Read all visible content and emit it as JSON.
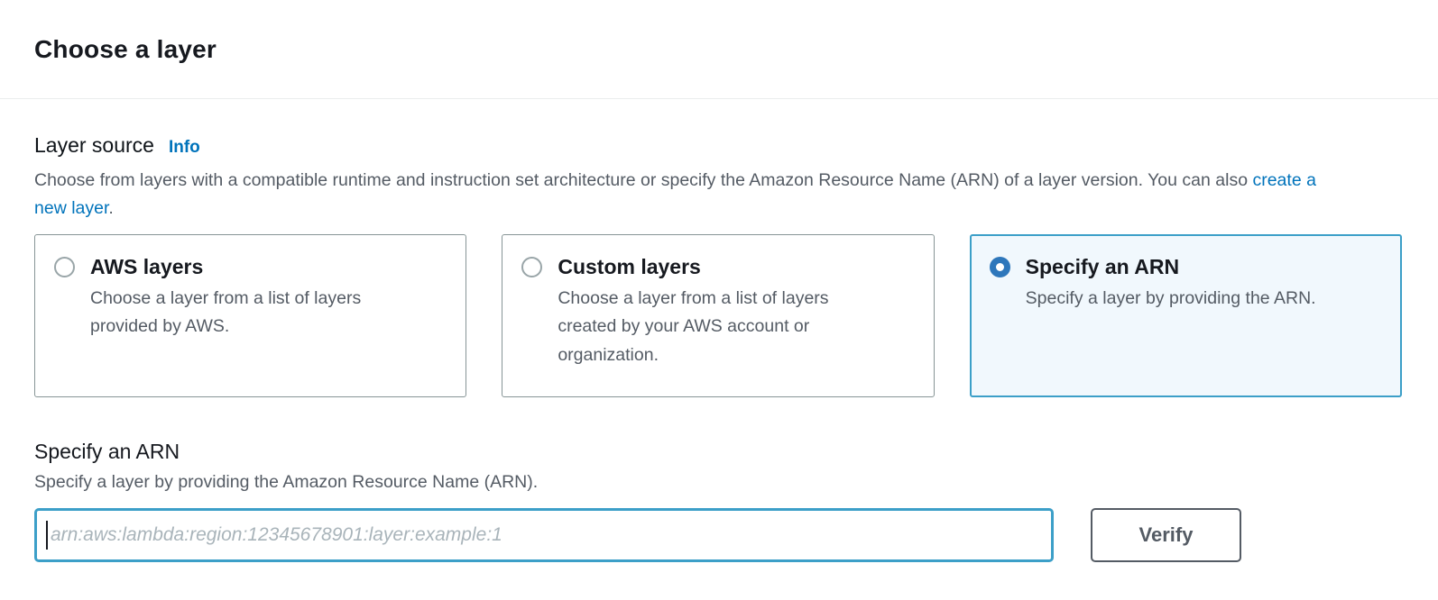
{
  "page": {
    "title": "Choose a layer"
  },
  "layer_source": {
    "label": "Layer source",
    "info_link_label": "Info",
    "description_part1": "Choose from layers with a compatible runtime and instruction set architecture or specify the Amazon Resource Name (ARN) of a layer version. You can also ",
    "create_layer_link_label": "create a new layer",
    "description_part2": ".",
    "options": [
      {
        "title": "AWS layers",
        "description": "Choose a layer from a list of layers provided by AWS.",
        "selected": false
      },
      {
        "title": "Custom layers",
        "description": "Choose a layer from a list of layers created by your AWS account or organization.",
        "selected": false
      },
      {
        "title": "Specify an ARN",
        "description": "Specify a layer by providing the ARN.",
        "selected": true
      }
    ]
  },
  "arn_section": {
    "heading": "Specify an ARN",
    "description": "Specify a layer by providing the Amazon Resource Name (ARN).",
    "input_value": "",
    "input_placeholder": "arn:aws:lambda:region:12345678901:layer:example:1",
    "verify_button_label": "Verify"
  },
  "colors": {
    "link_blue": "#0073bb",
    "focus_border_blue": "#3c9fc8",
    "selected_tile_background": "#f1f8fd",
    "selected_radio_blue": "#2e77bb",
    "body_text_gray": "#545b64",
    "heading_dark": "#16191f",
    "tile_border_gray": "#879596"
  }
}
